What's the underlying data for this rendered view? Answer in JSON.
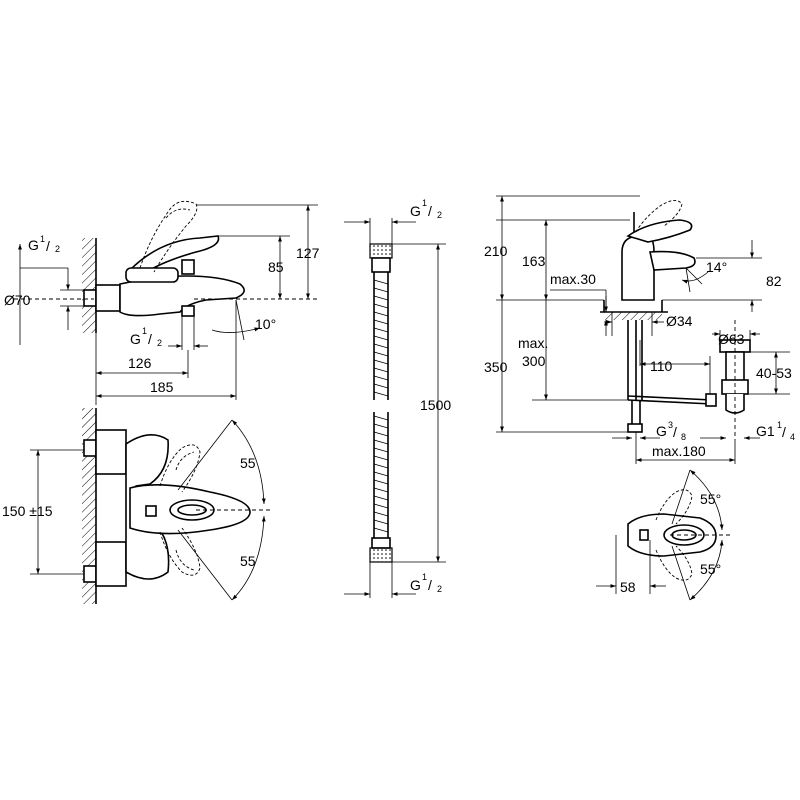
{
  "bath_side": {
    "g_thread": "G",
    "g_num": "1",
    "g_den": "2",
    "diameter": "Ø70",
    "h127": "127",
    "h85": "85",
    "angle10": "10°",
    "w126": "126",
    "w185": "185",
    "spout_g": "G",
    "spout_num": "1",
    "spout_den": "2"
  },
  "bath_front": {
    "spacing": "150 ±15",
    "rot_top": "55",
    "rot_bottom": "55"
  },
  "hose": {
    "top_g": "G",
    "top_num": "1",
    "top_den": "2",
    "length": "1500",
    "bottom_g": "G",
    "bottom_num": "1",
    "bottom_den": "2"
  },
  "basin_side": {
    "h210": "210",
    "h163": "163",
    "max30": "max.30",
    "angle14": "14°",
    "h82": "82",
    "d34": "Ø34",
    "d63": "Ø63",
    "h350": "350",
    "max300_a": "max.",
    "max300_b": "300",
    "w110": "110",
    "r4053": "40-53",
    "g38": "G",
    "g38_num": "3",
    "g38_den": "8",
    "g114": "G1",
    "g114_num": "1",
    "g114_den": "4",
    "max180": "max.180"
  },
  "basin_top": {
    "rot_top": "55°",
    "rot_bottom": "55°",
    "w58": "58"
  }
}
